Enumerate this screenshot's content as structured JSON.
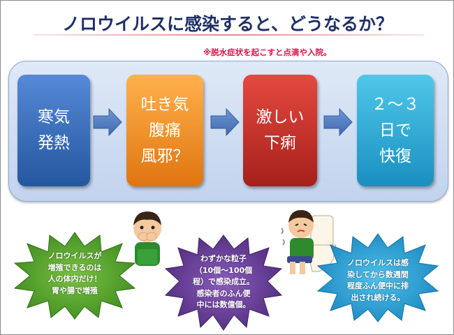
{
  "title": "ノロウイルスに感染すると、どうなるか？",
  "note": "※脱水症状を起こすと点滴や入院。",
  "steps": [
    {
      "text": "寒気\n発熱",
      "color": "#3a6fbd"
    },
    {
      "text": "吐き気\n腹痛\n風邪？",
      "color": "#f39a2e"
    },
    {
      "text": "激しい\n下痢",
      "color": "#c9302a"
    },
    {
      "text": "２～３\n日で\n快復",
      "color": "#2fb0dc"
    }
  ],
  "callouts": [
    {
      "text": "ノロウイルスが\n増殖できるのは\n人の体内だけ！\n胃や腸で増殖",
      "color": "#5aa62c"
    },
    {
      "text": "わずかな粒子\n（10個～100個\n程）で感染成立。\n感染者のふん便\n中には数億個。",
      "color": "#6b3f9a"
    },
    {
      "text": "ノロウイルスは感\n染してから数週間\n程度ふん便中に排\n出され続ける。",
      "color": "#2aa5d8"
    }
  ],
  "icons": [
    "right-arrow-icon",
    "sick-boy-illustration",
    "boy-on-toilet-illustration"
  ]
}
